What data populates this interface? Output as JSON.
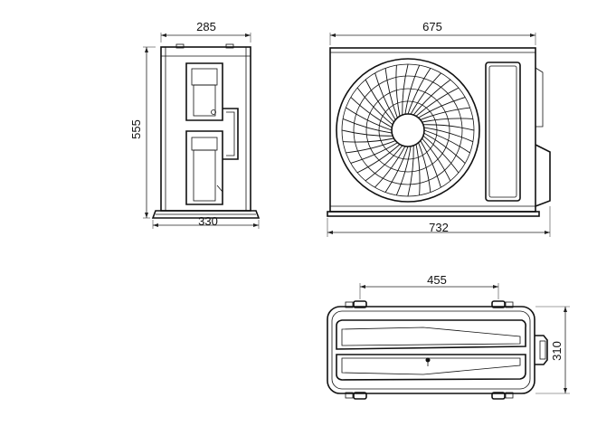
{
  "side_view": {
    "depth_top": "285",
    "height": "555",
    "base_width": "330"
  },
  "front_view": {
    "width_top": "675",
    "width_total": "732"
  },
  "top_view": {
    "mount_span": "455",
    "depth": "310"
  },
  "colors": {
    "line": "#111111",
    "background": "#ffffff"
  }
}
